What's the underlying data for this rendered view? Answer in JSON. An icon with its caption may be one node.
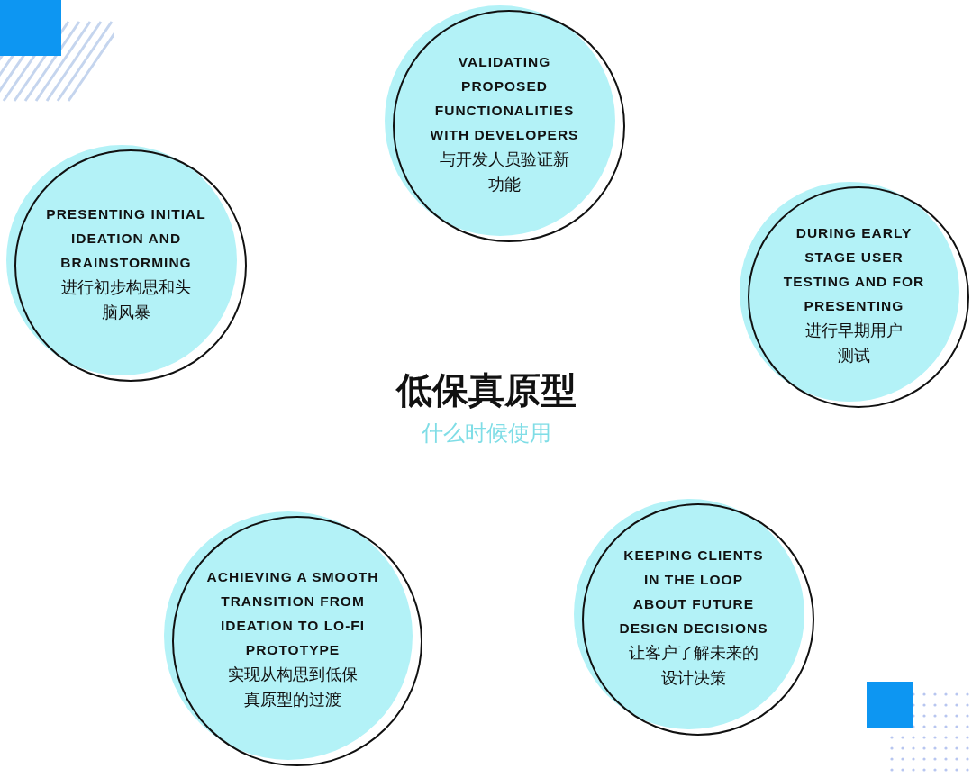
{
  "diagram": {
    "title": "低保真原型",
    "nodes": [
      {
        "text": [
          "VALIDATING PROPOSED FUNCTIONALITIES WITH DEVELOPERS",
          "与开发人员验证新功能"
        ]
      },
      {
        "text": [
          "PRESENTING INITIAL IDEATION AND BRAINSTORMING",
          "进行初步构思和头脑风暴"
        ]
      },
      {
        "text": [
          "DURING EARLY STAGE USER TESTING AND FOR PRESENTING",
          "进行早期用户测试"
        ]
      },
      {
        "text": [
          "ACHIEVING A SMOOTH TRANSITION FROM IDEATION TO LO-FI PROTOTYPE",
          "实现从构思到低保真原型的过渡"
        ]
      },
      {
        "text": [
          "KEEPING CLIENTS IN THE LOOP ABOUT FUTURE DESIGN DECISIONS",
          "让客户了解未来的设计决策"
        ]
      }
    ],
    "labels": [
      "什么时候使用"
    ]
  }
}
